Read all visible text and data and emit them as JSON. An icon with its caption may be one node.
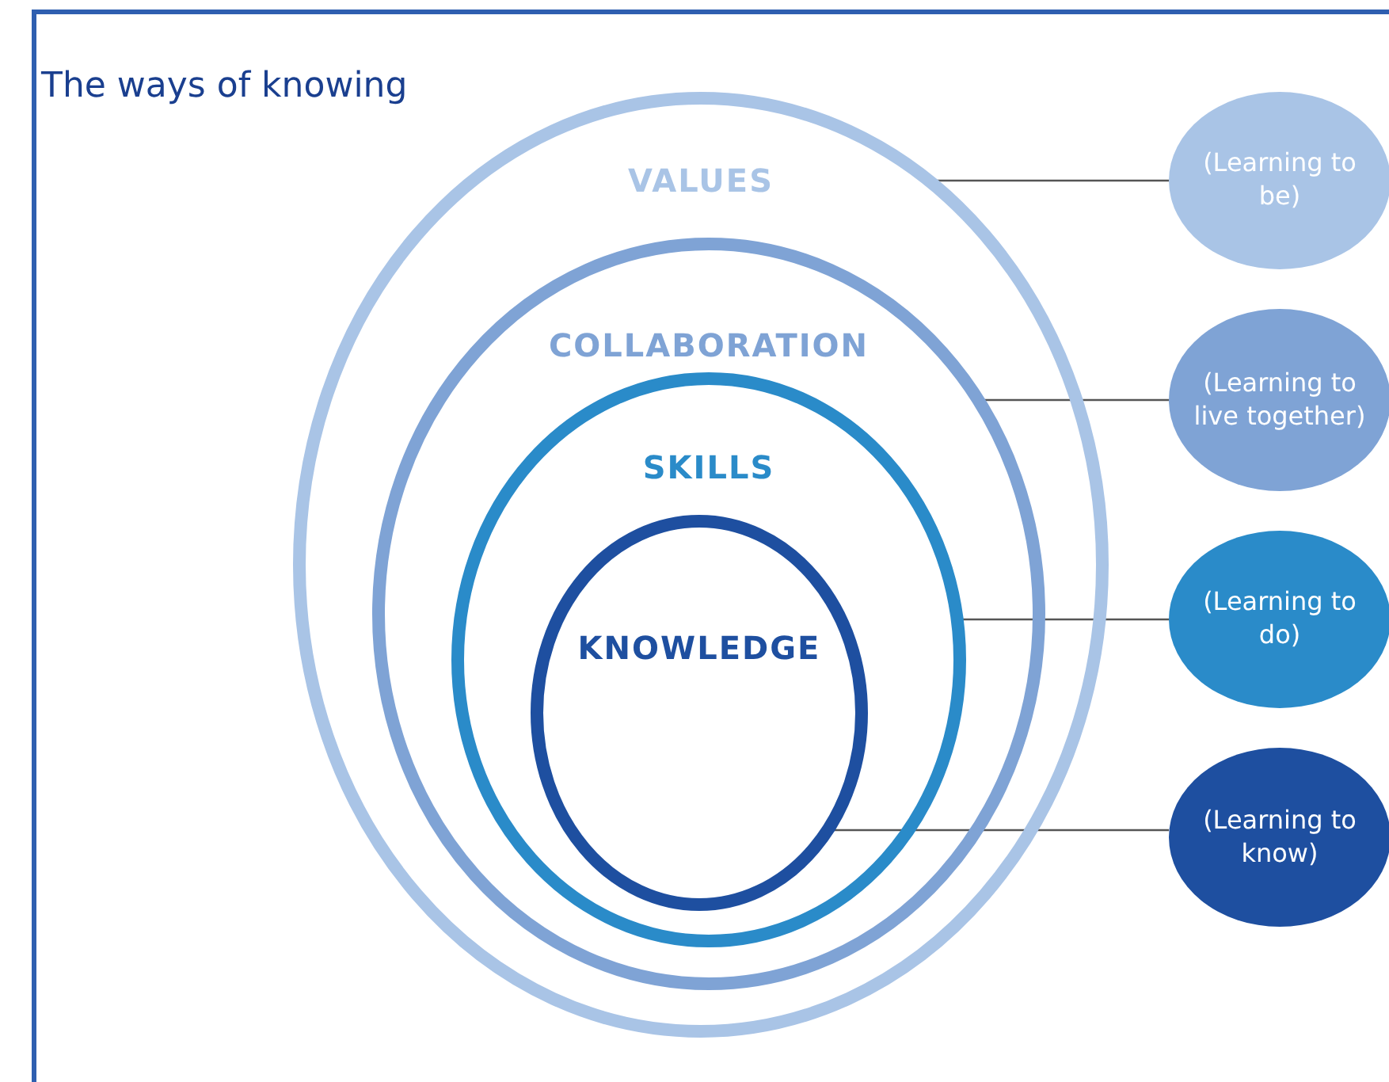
{
  "diagram": {
    "title": "The ways of knowing",
    "nodes": [
      {
        "text": [
          "VALUES"
        ]
      },
      {
        "text": [
          "COLLABORATION"
        ],
        "in": 0
      },
      {
        "text": [
          "SKILLS"
        ],
        "in": 1
      },
      {
        "text": [
          "KNOWLEDGE"
        ],
        "in": 2
      },
      {
        "text": [
          "(Learning to be)"
        ]
      },
      {
        "text": [
          "(Learning to live together)"
        ]
      },
      {
        "text": [
          "(Learning to do)"
        ]
      },
      {
        "text": [
          "(Learning to know)"
        ]
      }
    ],
    "edges": [
      {
        "from": 0,
        "to": 4,
        "arrow": "none"
      },
      {
        "from": 1,
        "to": 5,
        "arrow": "none"
      },
      {
        "from": 2,
        "to": 6,
        "arrow": "none"
      },
      {
        "from": 3,
        "to": 7,
        "arrow": "none"
      }
    ]
  }
}
